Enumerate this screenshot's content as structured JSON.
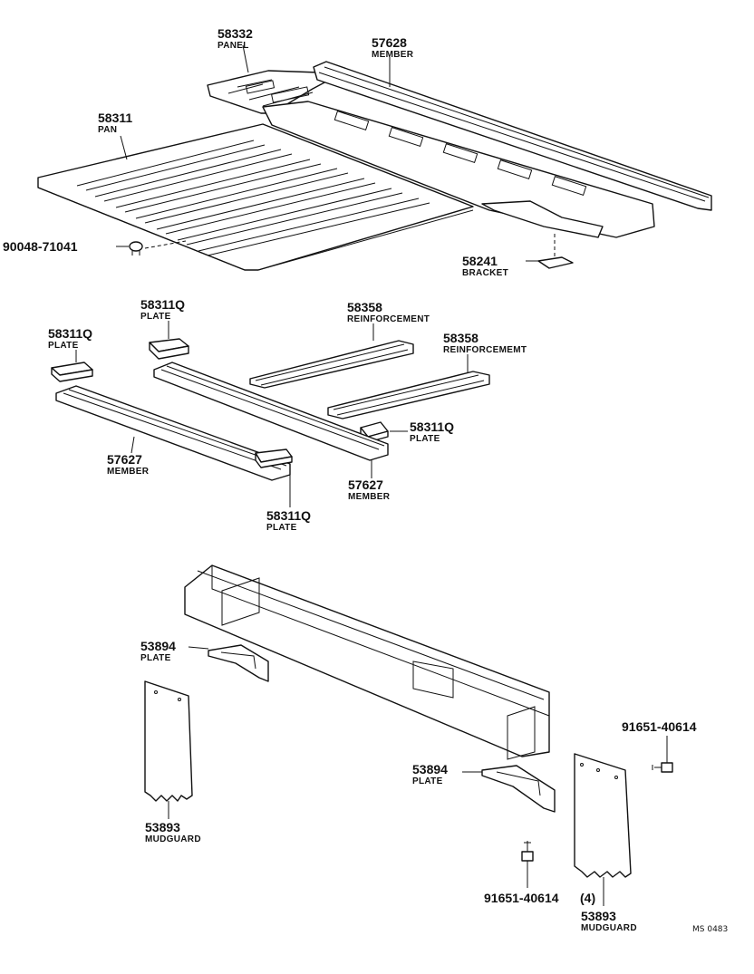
{
  "parts": [
    {
      "number": "58332",
      "name": "PANEL"
    },
    {
      "number": "57628",
      "name": "MEMBER"
    },
    {
      "number": "58311",
      "name": "PAN"
    },
    {
      "number": "90048-71041",
      "name": ""
    },
    {
      "number": "58241",
      "name": "BRACKET"
    },
    {
      "number": "58311Q",
      "name": "PLATE"
    },
    {
      "number": "58358",
      "name": "REINFORCEMENT"
    },
    {
      "number": "58311Q",
      "name": "PLATE"
    },
    {
      "number": "58358",
      "name": "REINFORCEMEMT"
    },
    {
      "number": "58311Q",
      "name": "PLATE"
    },
    {
      "number": "57627",
      "name": "MEMBER"
    },
    {
      "number": "57627",
      "name": "MEMBER"
    },
    {
      "number": "58311Q",
      "name": "PLATE"
    },
    {
      "number": "53894",
      "name": "PLATE"
    },
    {
      "number": "91651-40614",
      "name": ""
    },
    {
      "number": "53894",
      "name": "PLATE"
    },
    {
      "number": "53893",
      "name": "MUDGUARD"
    },
    {
      "number": "91651-40614",
      "name": "(4)"
    },
    {
      "number": "53893",
      "name": "MUDGUARD"
    }
  ],
  "diagram_code": "MS 0483"
}
